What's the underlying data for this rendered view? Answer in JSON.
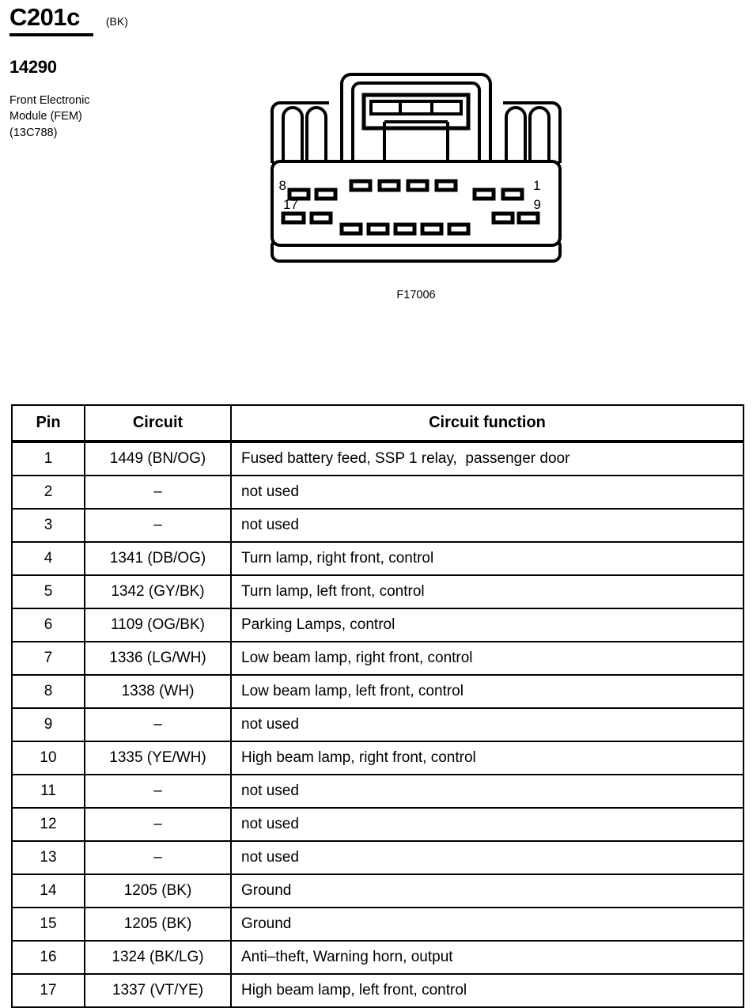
{
  "header": {
    "connector_id": "C201c",
    "connector_color": "(BK)",
    "part_number": "14290",
    "component_name": "Front Electronic\nModule (FEM)\n(13C788)"
  },
  "figure": {
    "code": "F17006",
    "pin_labels": {
      "top_left": "8",
      "top_right": "1",
      "bottom_left": "17",
      "bottom_right": "9"
    }
  },
  "table": {
    "columns": [
      "Pin",
      "Circuit",
      "Circuit function"
    ],
    "rows": [
      {
        "pin": "1",
        "circuit": "1449 (BN/OG)",
        "function": "Fused battery feed, SSP 1 relay,  passenger door"
      },
      {
        "pin": "2",
        "circuit": "–",
        "function": "not used"
      },
      {
        "pin": "3",
        "circuit": "–",
        "function": "not used"
      },
      {
        "pin": "4",
        "circuit": "1341 (DB/OG)",
        "function": "Turn lamp, right front, control"
      },
      {
        "pin": "5",
        "circuit": "1342 (GY/BK)",
        "function": "Turn lamp, left front, control"
      },
      {
        "pin": "6",
        "circuit": "1109 (OG/BK)",
        "function": "Parking Lamps, control"
      },
      {
        "pin": "7",
        "circuit": "1336 (LG/WH)",
        "function": "Low beam lamp, right front, control"
      },
      {
        "pin": "8",
        "circuit": "1338 (WH)",
        "function": "Low beam lamp, left front, control"
      },
      {
        "pin": "9",
        "circuit": "–",
        "function": "not used"
      },
      {
        "pin": "10",
        "circuit": "1335 (YE/WH)",
        "function": "High beam lamp, right front, control"
      },
      {
        "pin": "11",
        "circuit": "–",
        "function": "not used"
      },
      {
        "pin": "12",
        "circuit": "–",
        "function": "not used"
      },
      {
        "pin": "13",
        "circuit": "–",
        "function": "not used"
      },
      {
        "pin": "14",
        "circuit": "1205 (BK)",
        "function": "Ground"
      },
      {
        "pin": "15",
        "circuit": "1205 (BK)",
        "function": "Ground"
      },
      {
        "pin": "16",
        "circuit": "1324 (BK/LG)",
        "function": "Anti–theft, Warning horn, output"
      },
      {
        "pin": "17",
        "circuit": "1337 (VT/YE)",
        "function": "High beam lamp, left front, control"
      }
    ]
  },
  "colors": {
    "ink": "#000000",
    "paper": "#ffffff"
  }
}
